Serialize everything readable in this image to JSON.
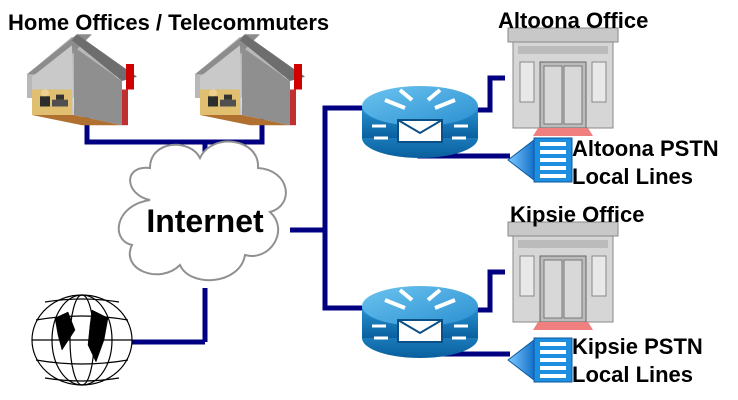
{
  "labels": {
    "home_offices": "Home Offices / Telecommuters",
    "altoona_office": "Altoona Office",
    "kipsie_office": "Kipsie Office",
    "internet": "Internet",
    "altoona_pstn_line1": "Altoona PSTN",
    "altoona_pstn_line2": "Local Lines",
    "kipsie_pstn_line1": "Kipsie PSTN",
    "kipsie_pstn_line2": "Local Lines"
  },
  "colors": {
    "link": "#000080",
    "router_body": "#1a86c8",
    "router_top": "#4aaee0",
    "phone_blue": "#1e90e0",
    "house_wall": "#d9d9d9",
    "house_roof": "#a0a0a0",
    "cloud": "#ffffff",
    "building": "#c8c8c8",
    "door": "#dcdcdc",
    "step": "#f08080",
    "red_accent": "#d00000",
    "globe_line": "#000000"
  },
  "icons": [
    "house-icon",
    "router-icon",
    "cloud-icon",
    "globe-icon",
    "office-building-icon",
    "pstn-phone-icon"
  ]
}
